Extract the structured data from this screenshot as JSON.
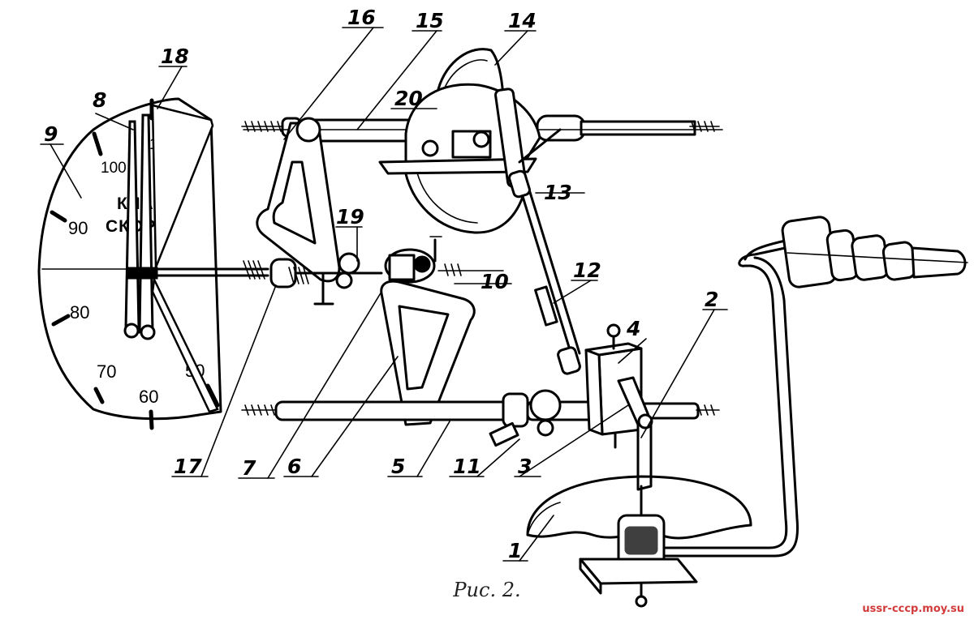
{
  "callouts": [
    "1",
    "2",
    "3",
    "4",
    "5",
    "6",
    "7",
    "8",
    "9",
    "10",
    "11",
    "12",
    "13",
    "14",
    "15",
    "16",
    "17",
    "18",
    "19",
    "20"
  ],
  "dial": {
    "numbers": [
      "100",
      "90",
      "80",
      "70",
      "60",
      "50",
      "10"
    ],
    "word1": "КЛАС",
    "word2": "СКОР"
  },
  "caption": "Рис. 2.",
  "watermark": "ussr-cccp.moy.su"
}
